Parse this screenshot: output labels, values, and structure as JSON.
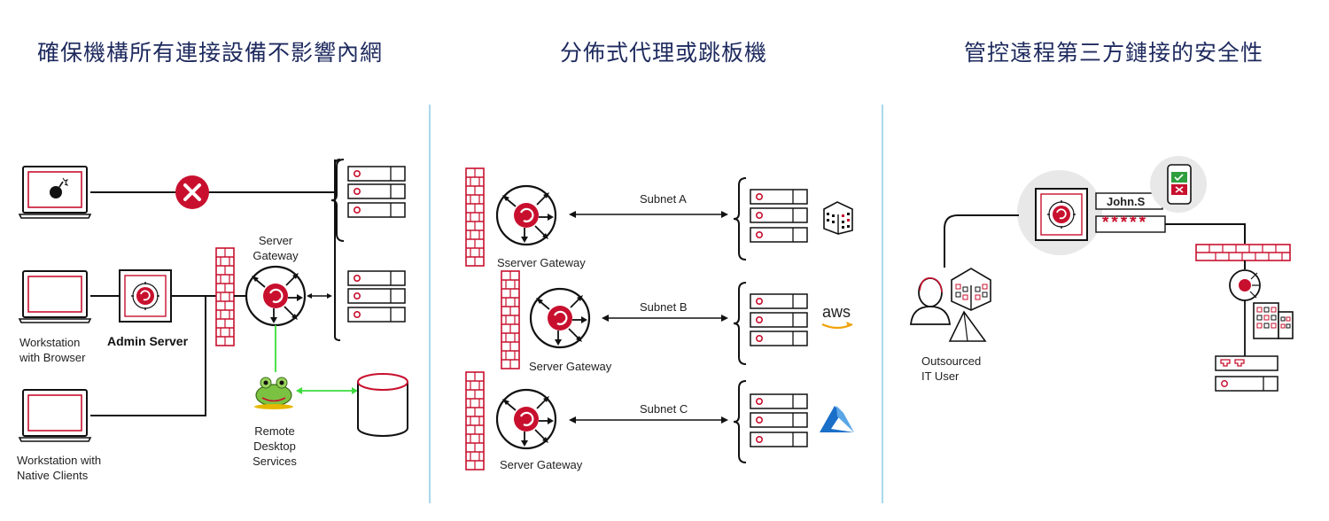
{
  "panels": [
    {
      "title": "確保機構所有連接設備不影響內網",
      "labels": {
        "workstation_browser": "Workstation\nwith Browser",
        "admin_server": "Admin Server",
        "server_gateway": "Server\nGateway",
        "remote_desktop": "Remote\nDesktop\nServices",
        "workstation_native": "Workstation with\nNative Clients"
      }
    },
    {
      "title": "分佈式代理或跳板機",
      "rows": [
        {
          "gateway_label": "Sserver Gateway",
          "subnet": "Subnet A",
          "cloud_icon": "building-icon"
        },
        {
          "gateway_label": "Server Gateway",
          "subnet": "Subnet B",
          "cloud_icon": "aws-logo",
          "cloud_text": "aws"
        },
        {
          "gateway_label": "Server Gateway",
          "subnet": "Subnet C",
          "cloud_icon": "azure-logo"
        }
      ]
    },
    {
      "title": "管控遠程第三方鏈接的安全性",
      "labels": {
        "outsourced_user": "Outsourced\nIT User",
        "username": "John.S",
        "password": "*****"
      }
    }
  ],
  "colors": {
    "brand_red": "#c8102e",
    "title_navy": "#1e2a5e",
    "divider": "#a9d8ea",
    "connector_green": "#3ddc3d",
    "ink": "#222222"
  }
}
